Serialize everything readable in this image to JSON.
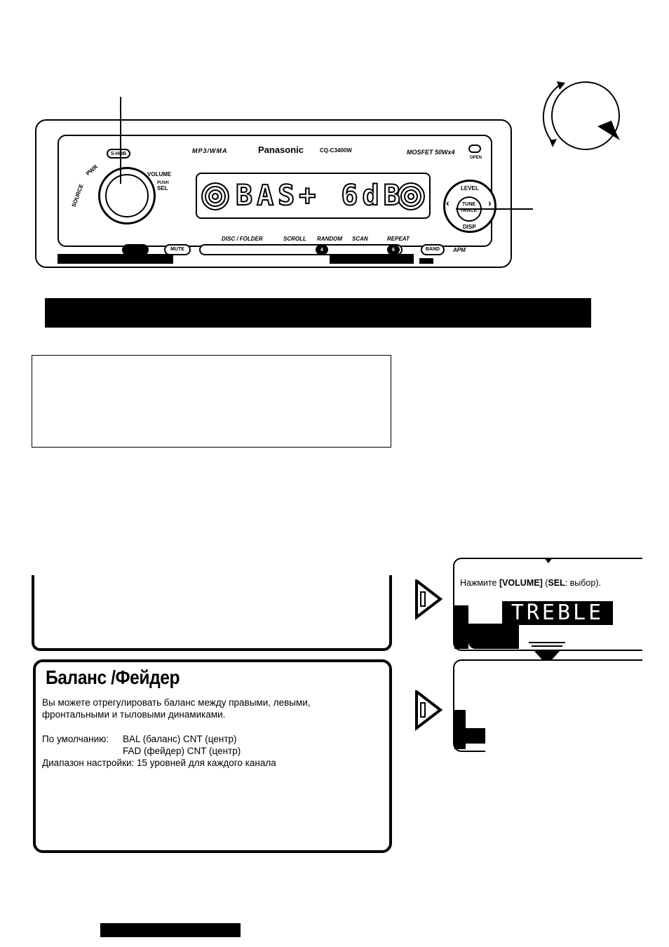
{
  "unit": {
    "brand": "Panasonic",
    "model": "CQ-C3400W",
    "format_logo": "MP3/WMA",
    "power_logo": "MOSFET 50Wx4",
    "display_text": "BAS+ 6dB",
    "buttons": {
      "shdb": "S-HDB",
      "pwr": "PWR",
      "source": "SOURCE",
      "volume": "VOLUME",
      "push": "PUSH",
      "sel": "SEL",
      "open": "OPEN",
      "level": "LEVEL",
      "tune": "TUNE",
      "track": "TRACK",
      "disp": "DISP",
      "disc_folder": "DISC / FOLDER",
      "scroll": "SCROLL",
      "random": "RANDOM",
      "scan": "SCAN",
      "repeat": "REPEAT",
      "mute": "MUTE",
      "band": "BAND",
      "apm": "APM",
      "preset_4": "4",
      "preset_6": "6"
    }
  },
  "balance": {
    "title": "Баланс /Фейдер",
    "intro_line1": "Вы можете отрегулировать баланс между правыми, левыми,",
    "intro_line2": "фронтальными и тыловыми динамиками.",
    "default_label": "По умолчанию:",
    "default_bal": "BAL (баланс) CNT (центр)",
    "default_fad": "FAD (фейдер) CNT (центр)",
    "range": "Диапазон настройки: 15 уровней для каждого канала"
  },
  "steps": {
    "step1_prefix": "Нажмите ",
    "step1_key": "[VOLUME]",
    "step1_mid": " (",
    "step1_sel": "SEL",
    "step1_suffix": ": выбор).",
    "step1_display": "TREBLE"
  }
}
